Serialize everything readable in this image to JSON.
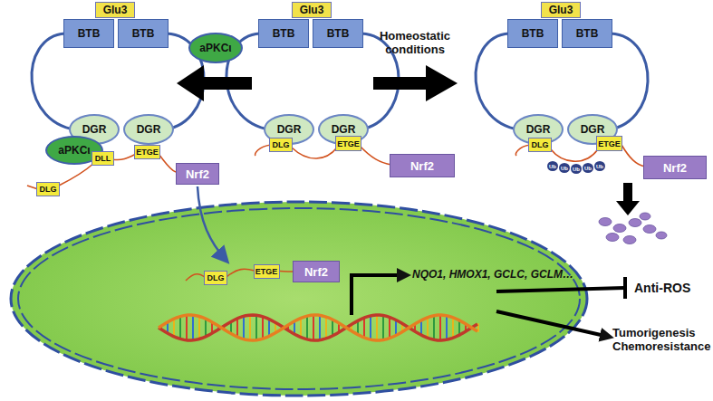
{
  "diagram": {
    "nodes": [
      {
        "text": [
          "Glu3"
        ]
      },
      {
        "text": [
          "Glu3"
        ]
      },
      {
        "text": [
          "Glu3"
        ]
      },
      {
        "text": [
          "BTB"
        ]
      },
      {
        "text": [
          "BTB"
        ]
      },
      {
        "text": [
          "BTB"
        ]
      },
      {
        "text": [
          "BTB"
        ]
      },
      {
        "text": [
          "BTB"
        ]
      },
      {
        "text": [
          "BTB"
        ]
      },
      {
        "text": [
          "aPKCι"
        ]
      },
      {
        "text": [
          "DGR"
        ]
      },
      {
        "text": [
          "DGR"
        ]
      },
      {
        "text": [
          "DGR"
        ]
      },
      {
        "text": [
          "DGR"
        ]
      },
      {
        "text": [
          "DGR"
        ]
      },
      {
        "text": [
          "DGR"
        ]
      },
      {
        "text": [
          "aPKCι"
        ]
      },
      {
        "text": [
          "DLL"
        ]
      },
      {
        "text": [
          "DLG"
        ]
      },
      {
        "text": [
          "ETGE"
        ]
      },
      {
        "text": [
          "DLG"
        ]
      },
      {
        "text": [
          "ETGE"
        ]
      },
      {
        "text": [
          "ETGE"
        ]
      },
      {
        "text": [
          "Nrf2"
        ]
      },
      {
        "text": [
          "Nrf2"
        ]
      },
      {
        "text": [
          "Ub"
        ]
      },
      {
        "text": [
          "Ub"
        ]
      },
      {
        "text": [
          "Ub"
        ]
      },
      {
        "text": [
          "Ub"
        ]
      },
      {
        "text": [
          "Ub"
        ]
      },
      {
        "text": [
          "Nrf2"
        ]
      },
      {
        "text": [
          "DLG"
        ]
      },
      {
        "text": [
          "DLG"
        ]
      },
      {
        "text": [
          "ETGE"
        ]
      },
      {
        "text": [
          "Nrf2"
        ]
      }
    ],
    "labels": [
      "Homeostatic conditions",
      "NQO1, HMOX1, GCLC, GCLM…",
      "Anti-ROS",
      "Tumorigenesis Chemoresistance"
    ]
  }
}
